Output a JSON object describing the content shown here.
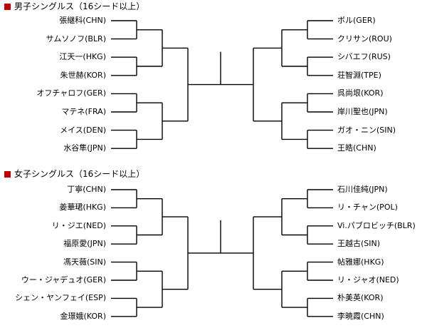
{
  "brackets": [
    {
      "title": "男子シングルス（16シード以上）",
      "left": [
        "張継科(CHN)",
        "サムソノフ(BLR)",
        "江天一(HKG)",
        "朱世赫(KOR)",
        "オフチャロフ(GER)",
        "マテネ(FRA)",
        "メイス(DEN)",
        "水谷隼(JPN)"
      ],
      "right": [
        "ボル(GER)",
        "クリサン(ROU)",
        "シバエフ(RUS)",
        "荘智淵(TPE)",
        "呉尚垠(KOR)",
        "岸川聖也(JPN)",
        "ガオ・ニン(SIN)",
        "王皓(CHN)"
      ]
    },
    {
      "title": "女子シングルス（16シード以上）",
      "left": [
        "丁寧(CHN)",
        "姜華珺(HKG)",
        "リ・ジエ(NED)",
        "福原愛(JPN)",
        "馮天薇(SIN)",
        "ウー・ジャデュオ(GER)",
        "シェン・ヤンフェイ(ESP)",
        "金璟娥(KOR)"
      ],
      "right": [
        "石川佳純(JPN)",
        "リ・チャン(POL)",
        "Vi.パブロビッチ(BLR)",
        "王越古(SIN)",
        "帖雅娜(HKG)",
        "リ・ジャオ(NED)",
        "朴美英(KOR)",
        "李暁霞(CHN)"
      ]
    }
  ],
  "marker_color": "#c00000",
  "line_color": "#000000"
}
